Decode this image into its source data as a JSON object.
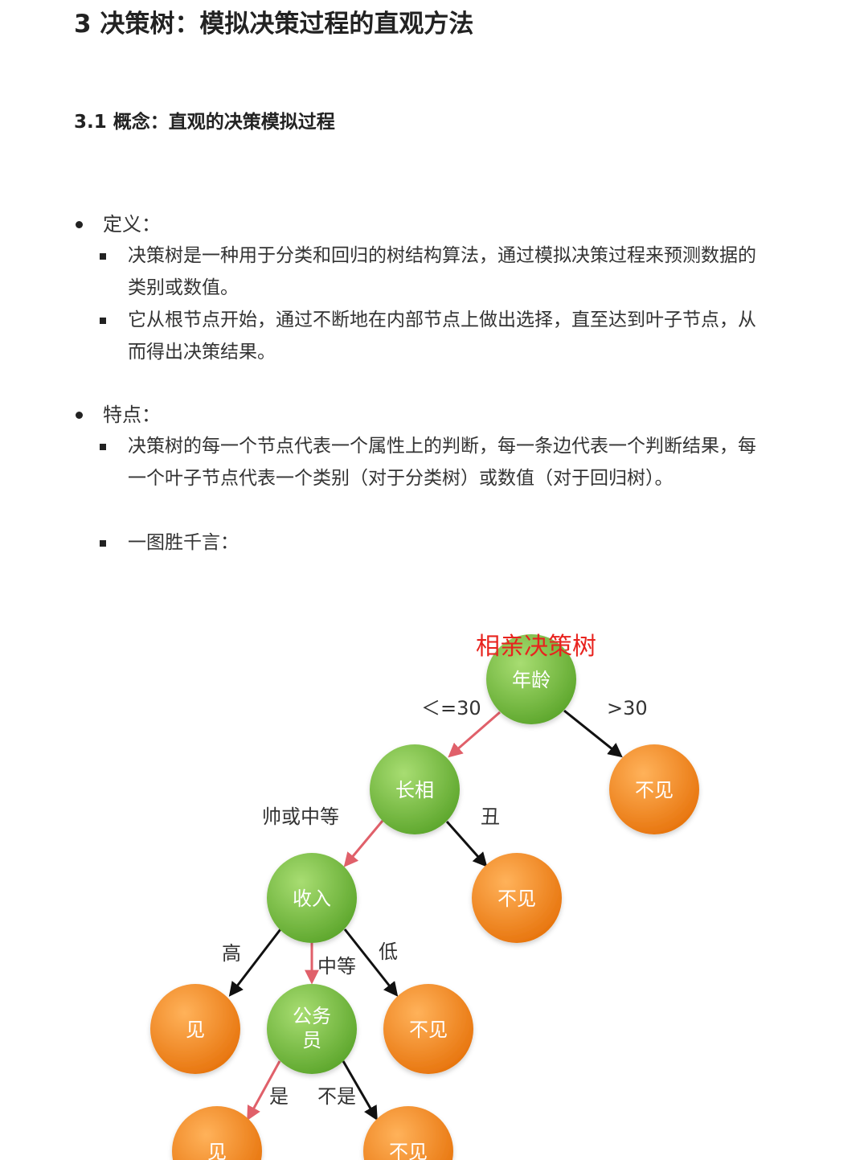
{
  "heading": "3 决策树：模拟决策过程的直观方法",
  "subheading": "3.1 概念：直观的决策模拟过程",
  "sections": [
    {
      "label": "定义：",
      "items": [
        "决策树是一种用于分类和回归的树结构算法，通过模拟决策过程来预测数据的类别或数值。",
        "它从根节点开始，通过不断地在内部节点上做出选择，直至达到叶子节点，从而得出决策结果。"
      ]
    },
    {
      "label": "特点：",
      "items": [
        "决策树的每一个节点代表一个属性上的判断，每一条边代表一个判断结果，每一个叶子节点代表一个类别（对于分类树）或数值（对于回归树）。",
        "一图胜千言："
      ]
    }
  ],
  "tree": {
    "title": "相亲决策树",
    "colors": {
      "decision": "#7cc142",
      "leaf": "#f28c1e",
      "yes_edge": "#e0606a",
      "no_edge": "#111111"
    },
    "nodes": {
      "age": "年龄",
      "looks": "长相",
      "reject_age": "不见",
      "income": "收入",
      "reject_looks": "不见",
      "meet_high": "见",
      "civil": "公务\n员",
      "reject_low": "不见",
      "meet_civil": "见",
      "reject_civil": "不见"
    },
    "edges": {
      "age_le": "＜=30",
      "age_gt": ">30",
      "looks_ok": "帅或中等",
      "looks_ugly": "丑",
      "income_high": "高",
      "income_mid": "中等",
      "income_low": "低",
      "civil_yes": "是",
      "civil_no": "不是"
    }
  }
}
